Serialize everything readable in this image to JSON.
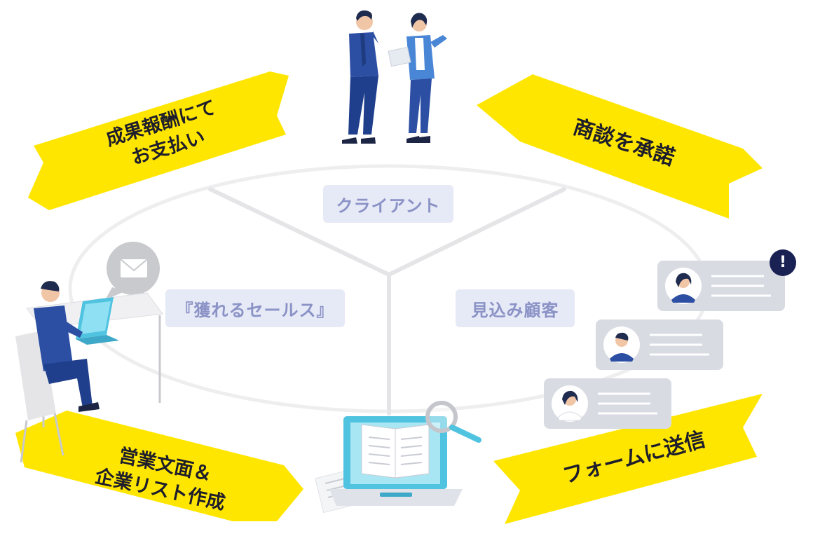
{
  "labels": {
    "client": "クライアント",
    "sales": "『獲れるセールス』",
    "prospect": "見込み顧客"
  },
  "steps": {
    "payment_line1": "成果報酬にて",
    "payment_line2": "お支払い",
    "approve": "商談を承諾",
    "create_line1": "営業文面＆",
    "create_line2": "企業リスト作成",
    "send": "フォームに送信"
  },
  "icons": {
    "alert": "!"
  },
  "colors": {
    "banner": "#ffe600",
    "label_bg": "#e6e9f6",
    "label_text": "#8a92c6",
    "suit": "#2c4fa3",
    "card": "#d9dbe3"
  }
}
